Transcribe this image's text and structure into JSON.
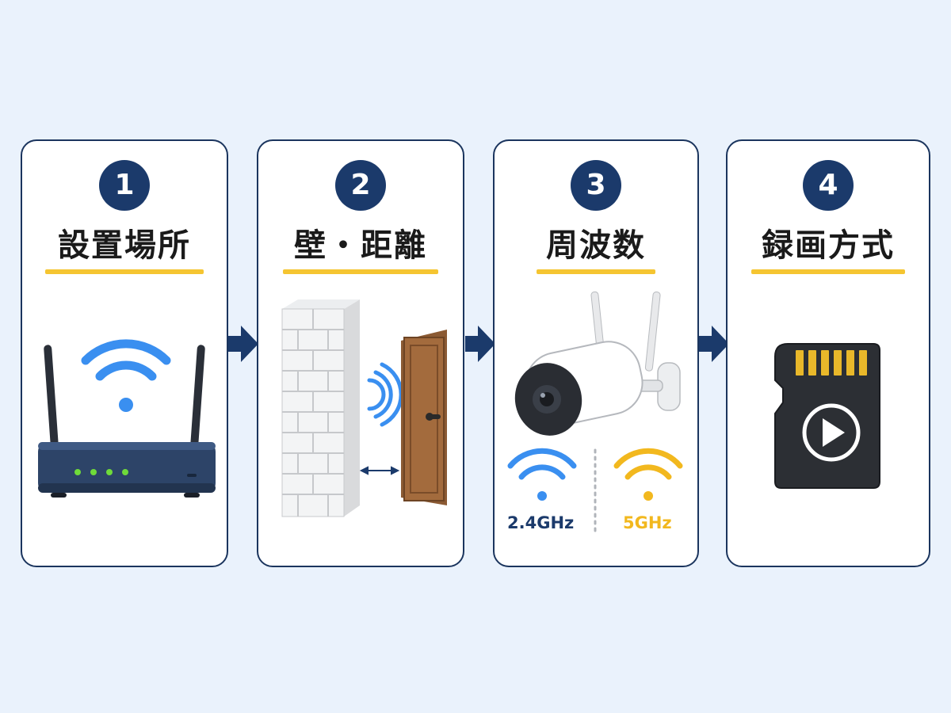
{
  "steps": [
    {
      "number": "1",
      "title": "設置場所"
    },
    {
      "number": "2",
      "title": "壁・距離"
    },
    {
      "number": "3",
      "title": "周波数"
    },
    {
      "number": "4",
      "title": "録画方式"
    }
  ],
  "frequency_bands": [
    {
      "label": "2.4GHz",
      "color": "#1b3a6b",
      "icon_color": "#3a8ff0"
    },
    {
      "label": "5GHz",
      "color": "#f2b81e",
      "icon_color": "#f2b81e"
    }
  ],
  "colors": {
    "background": "#eaf2fc",
    "card_border": "#1b355e",
    "badge": "#1b3a6b",
    "title_underline": "#f5c531",
    "arrow": "#1b3a6b",
    "wifi_blue": "#3a8ff0",
    "led_green": "#6fdb3a"
  },
  "icons": [
    "wifi-router-icon",
    "brick-wall-icon",
    "door-icon",
    "security-camera-icon",
    "wifi-icon",
    "microsd-card-icon",
    "play-icon",
    "arrow-right-icon"
  ]
}
